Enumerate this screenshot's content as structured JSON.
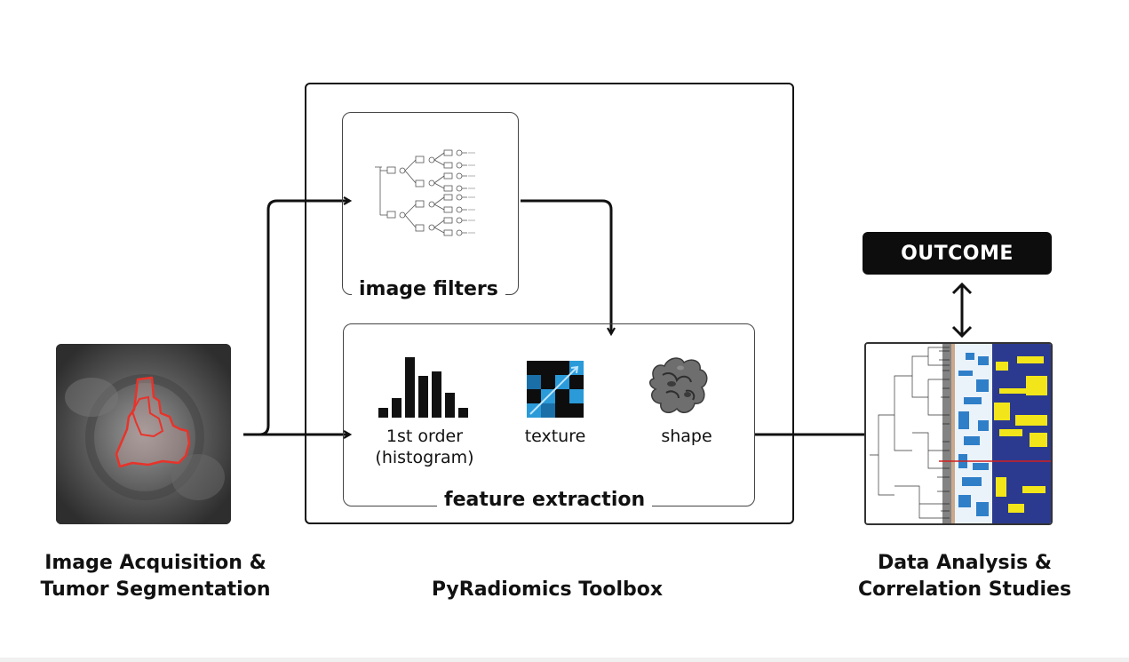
{
  "diagram": {
    "image_filters_label": "image filters",
    "feature_extraction_label": "feature extraction",
    "features": [
      {
        "label": "1st order\n(histogram)",
        "icon": "histogram-icon"
      },
      {
        "label": "texture",
        "icon": "texture-icon"
      },
      {
        "label": "shape",
        "icon": "shape-icon"
      }
    ],
    "outcome_label": "OUTCOME",
    "captions": {
      "left": "Image Acquisition &\nTumor Segmentation",
      "center": "PyRadiomics Toolbox",
      "right": "Data Analysis &\nCorrelation Studies"
    },
    "colors": {
      "segmentation_outline": "#e8332a",
      "texture_blue": "#2a9ad8",
      "heatmap_navy": "#2b3a8f",
      "heatmap_yellow": "#f2e61a",
      "heatmap_red_line": "#d22020"
    }
  }
}
